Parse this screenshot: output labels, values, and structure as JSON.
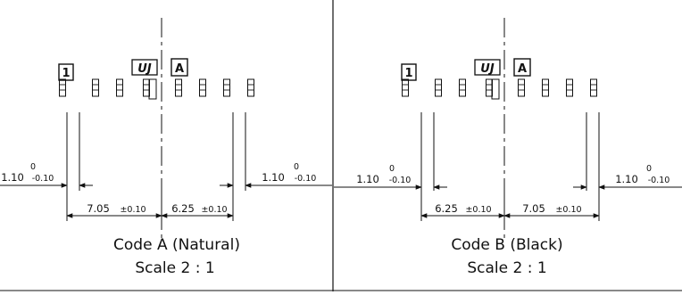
{
  "panels": [
    {
      "id": "a",
      "caption_code": "Code A (Natural)",
      "caption_scale": "Scale 2 : 1",
      "pin1_label": "1",
      "code_letter": "A",
      "logo_text": "UJ",
      "dim_left": {
        "value": "1.10",
        "tol_upper": "0",
        "tol_lower": "-0.10"
      },
      "dim_right": {
        "value": "1.10",
        "tol_upper": "0",
        "tol_lower": "-0.10"
      },
      "dim_span_left": {
        "value": "7.05",
        "tol": "±0.10"
      },
      "dim_span_right": {
        "value": "6.25",
        "tol": "±0.10"
      }
    },
    {
      "id": "b",
      "caption_code": "Code B (Black)",
      "caption_scale": "Scale 2 : 1",
      "pin1_label": "1",
      "code_letter": "A",
      "logo_text": "UJ",
      "dim_left": {
        "value": "1.10",
        "tol_upper": "0",
        "tol_lower": "-0.10"
      },
      "dim_right": {
        "value": "1.10",
        "tol_upper": "0",
        "tol_lower": "-0.10"
      },
      "dim_span_left": {
        "value": "6.25",
        "tol": "±0.10"
      },
      "dim_span_right": {
        "value": "7.05",
        "tol": "±0.10"
      }
    }
  ]
}
